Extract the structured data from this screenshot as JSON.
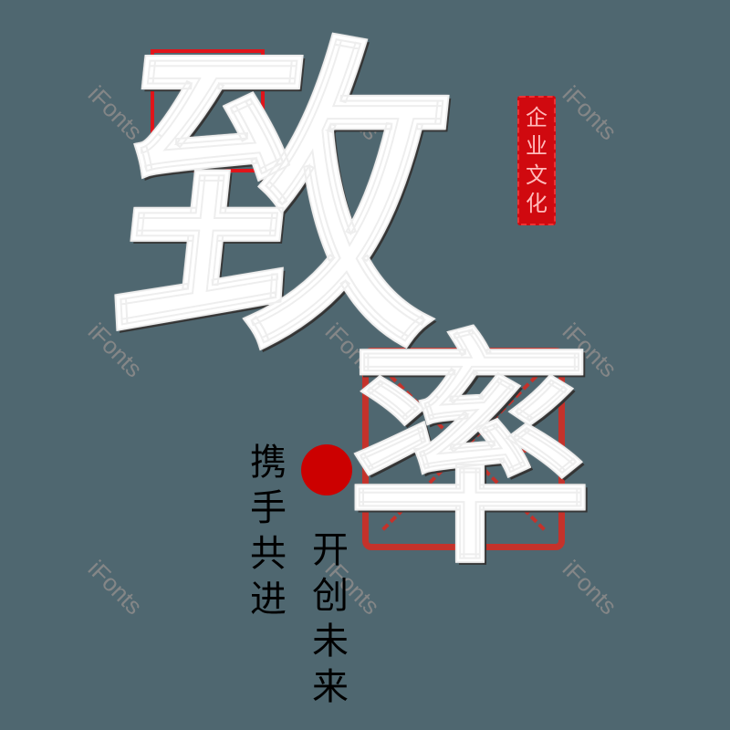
{
  "artwork": {
    "main_characters": [
      "致",
      "率"
    ],
    "seal_text": [
      "企",
      "业",
      "文",
      "化"
    ],
    "slogan_left": [
      "携",
      "手",
      "共",
      "进"
    ],
    "slogan_right": [
      "开",
      "创",
      "未",
      "来"
    ],
    "watermark": "iFonts"
  },
  "colors": {
    "background": "#4f6770",
    "frame_red": "#e0141a",
    "seal_red": "#d0090f",
    "dot_red": "#cc0000",
    "stamp_red": "#c4322b",
    "ink": "#111111"
  },
  "icons": {
    "red_dot": "circle",
    "seal": "vertical-seal-stamp"
  }
}
